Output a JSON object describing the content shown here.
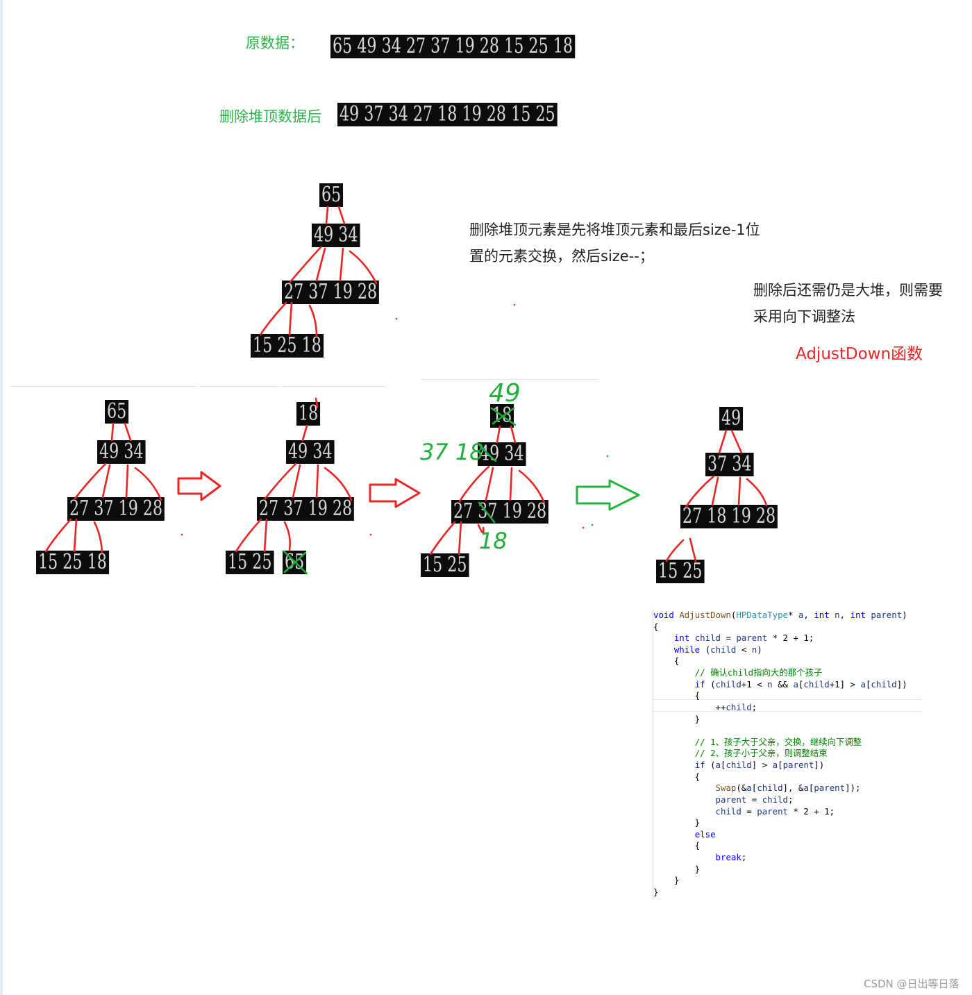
{
  "labels": {
    "original_label": "原数据：",
    "after_delete_label": "删除堆顶数据后"
  },
  "arrays": {
    "original": "65 49 34 27 37 19 28 15 25 18",
    "after_delete": "49 37 34 27 18 19 28 15 25"
  },
  "notes": {
    "swap_line1": "删除堆顶元素是先将堆顶元素和最后size-1位",
    "swap_line2": "置的元素交换，然后size--；",
    "heap_line1": "删除后还需仍是大堆，则需要",
    "heap_line2": "采用向下调整法",
    "func_name": "AdjustDown函数"
  },
  "top_tree": {
    "level0": "65",
    "level1": "49 34",
    "level2": "27 37 19 28",
    "level3": "15 25 18"
  },
  "step1": {
    "level0": "65",
    "level1": "49 34",
    "level2": "27 37 19 28",
    "level3": "15 25 18"
  },
  "step2": {
    "level0": "18",
    "level1": "49 34",
    "level2": "27 37 19 28",
    "level3a": "15 25",
    "level3b": "65"
  },
  "step3": {
    "level0": "18",
    "level1": "49 34",
    "level2": "27 37 19 28",
    "level3": "15 25",
    "annot_top": "49",
    "annot_left": "37 18",
    "annot_below": "18"
  },
  "step4": {
    "level0": "49",
    "level1": "37 34",
    "level2": "27 18 19 28",
    "level3": "15 25"
  },
  "colors": {
    "label_green": "#2db34a",
    "edge_red": "#e82424",
    "annot_green": "#1fae3a",
    "arrow_red": "#e82424",
    "arrow_green": "#22b33e",
    "box_bg": "#0c0c0c"
  },
  "watermark": "CSDN @日出等日落"
}
